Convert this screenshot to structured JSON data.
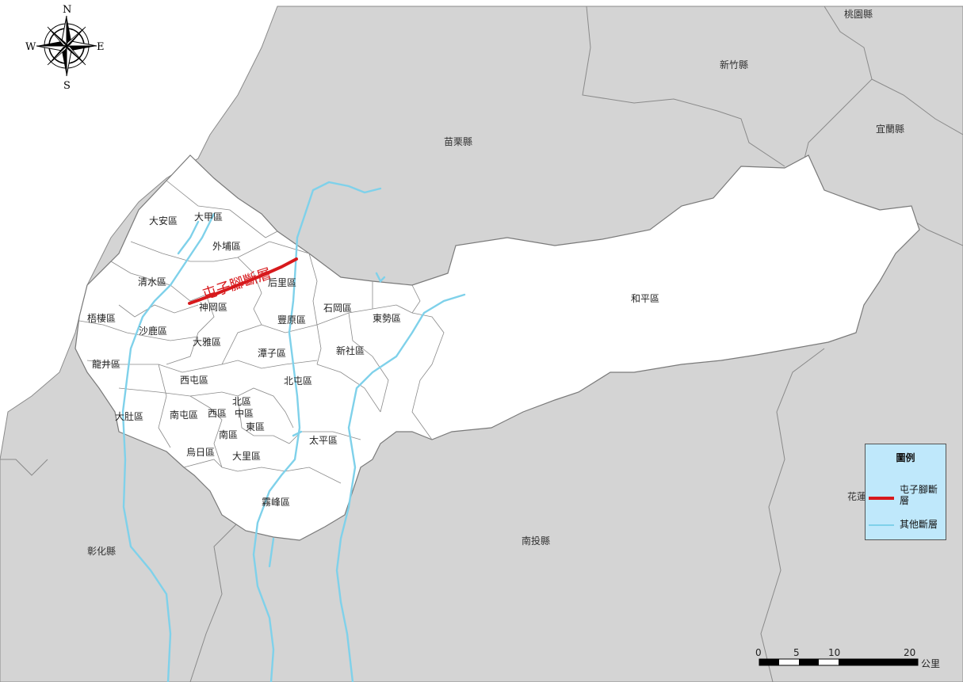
{
  "compass": {
    "n": "N",
    "s": "S",
    "e": "E",
    "w": "W"
  },
  "counties": {
    "taoyuan": "桃園縣",
    "hsinchu": "新竹縣",
    "yilan": "宜蘭縣",
    "miaoli": "苗栗縣",
    "changhua": "彰化縣",
    "nantou": "南投縣",
    "hualien": "花蓮"
  },
  "districts": {
    "daan": "大安區",
    "dajia": "大甲區",
    "waipu": "外埔區",
    "qingshui": "清水區",
    "houli": "后里區",
    "shengang": "神岡區",
    "wuqi": "梧棲區",
    "shalu": "沙鹿區",
    "fengyuan": "豐原區",
    "shigang": "石岡區",
    "dongshi": "東勢區",
    "daya": "大雅區",
    "tanzi": "潭子區",
    "xinshe": "新社區",
    "longjing": "龍井區",
    "xitun": "西屯區",
    "beitun": "北屯區",
    "heping": "和平區",
    "north": "北區",
    "dadu": "大肚區",
    "nantun": "南屯區",
    "west": "西區",
    "central": "中區",
    "east": "東區",
    "south": "南區",
    "taiping": "太平區",
    "wuri": "烏日區",
    "dali": "大里區",
    "wufeng": "霧峰區"
  },
  "fault_label": "屯子腳斷層",
  "legend": {
    "title": "圖例",
    "items": [
      {
        "label": "屯子腳斷層",
        "color": "#d7191c"
      },
      {
        "label": "其他斷層",
        "color": "#7fd1ea"
      }
    ]
  },
  "scale_bar": {
    "ticks": [
      "0",
      "5",
      "10",
      "20"
    ],
    "unit": "公里"
  },
  "colors": {
    "land": "#d4d4d4",
    "taichung": "#ffffff",
    "border": "#8a8a8a",
    "fault_main": "#d7191c",
    "fault_other": "#7fd1ea",
    "legend_bg": "#bfe8fb"
  }
}
